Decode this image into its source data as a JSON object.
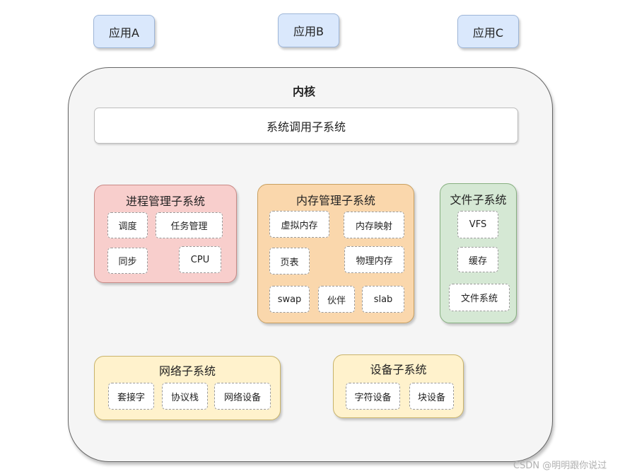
{
  "apps": [
    "应用A",
    "应用B",
    "应用C"
  ],
  "kernel": {
    "title": "内核",
    "syscall": "系统调用子系统",
    "process": {
      "title": "进程管理子系统",
      "items": [
        "调度",
        "任务管理",
        "同步",
        "CPU"
      ]
    },
    "memory": {
      "title": "内存管理子系统",
      "items": [
        "虚拟内存",
        "内存映射",
        "页表",
        "物理内存",
        "swap",
        "伙伴",
        "slab"
      ]
    },
    "file": {
      "title": "文件子系统",
      "items": [
        "VFS",
        "缓存",
        "文件系统"
      ]
    },
    "network": {
      "title": "网络子系统",
      "items": [
        "套接字",
        "协议栈",
        "网络设备"
      ]
    },
    "device": {
      "title": "设备子系统",
      "items": [
        "字符设备",
        "块设备"
      ]
    }
  },
  "watermark": "CSDN @明明跟你说过"
}
